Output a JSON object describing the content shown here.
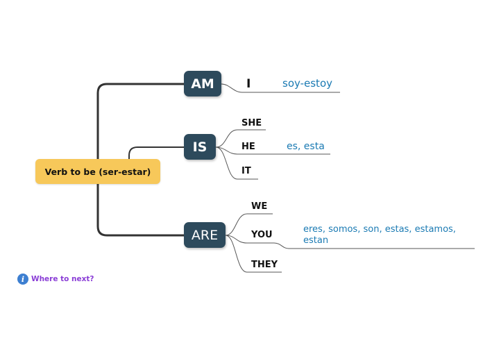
{
  "root": {
    "label": "Verb to be (ser-estar)"
  },
  "branches": {
    "am": {
      "label": "AM"
    },
    "is": {
      "label": "IS"
    },
    "are": {
      "label": "ARE"
    }
  },
  "subjects": {
    "i": "I",
    "she": "SHE",
    "he": "HE",
    "it": "IT",
    "we": "WE",
    "you": "YOU",
    "they": "THEY"
  },
  "conjugations": {
    "am": "soy-estoy",
    "is": "es, esta",
    "are_line1": "eres, somos, son, estas, estamos,",
    "are_line2": "estan"
  },
  "footer": {
    "link": "Where to next?",
    "icon": "info-icon"
  },
  "colors": {
    "root_fill": "#f7c85a",
    "branch_fill": "#2d4a5c",
    "conjugation_text": "#1a7ab3",
    "link_text": "#8a3dd6",
    "info_icon": "#3d7fd1"
  }
}
